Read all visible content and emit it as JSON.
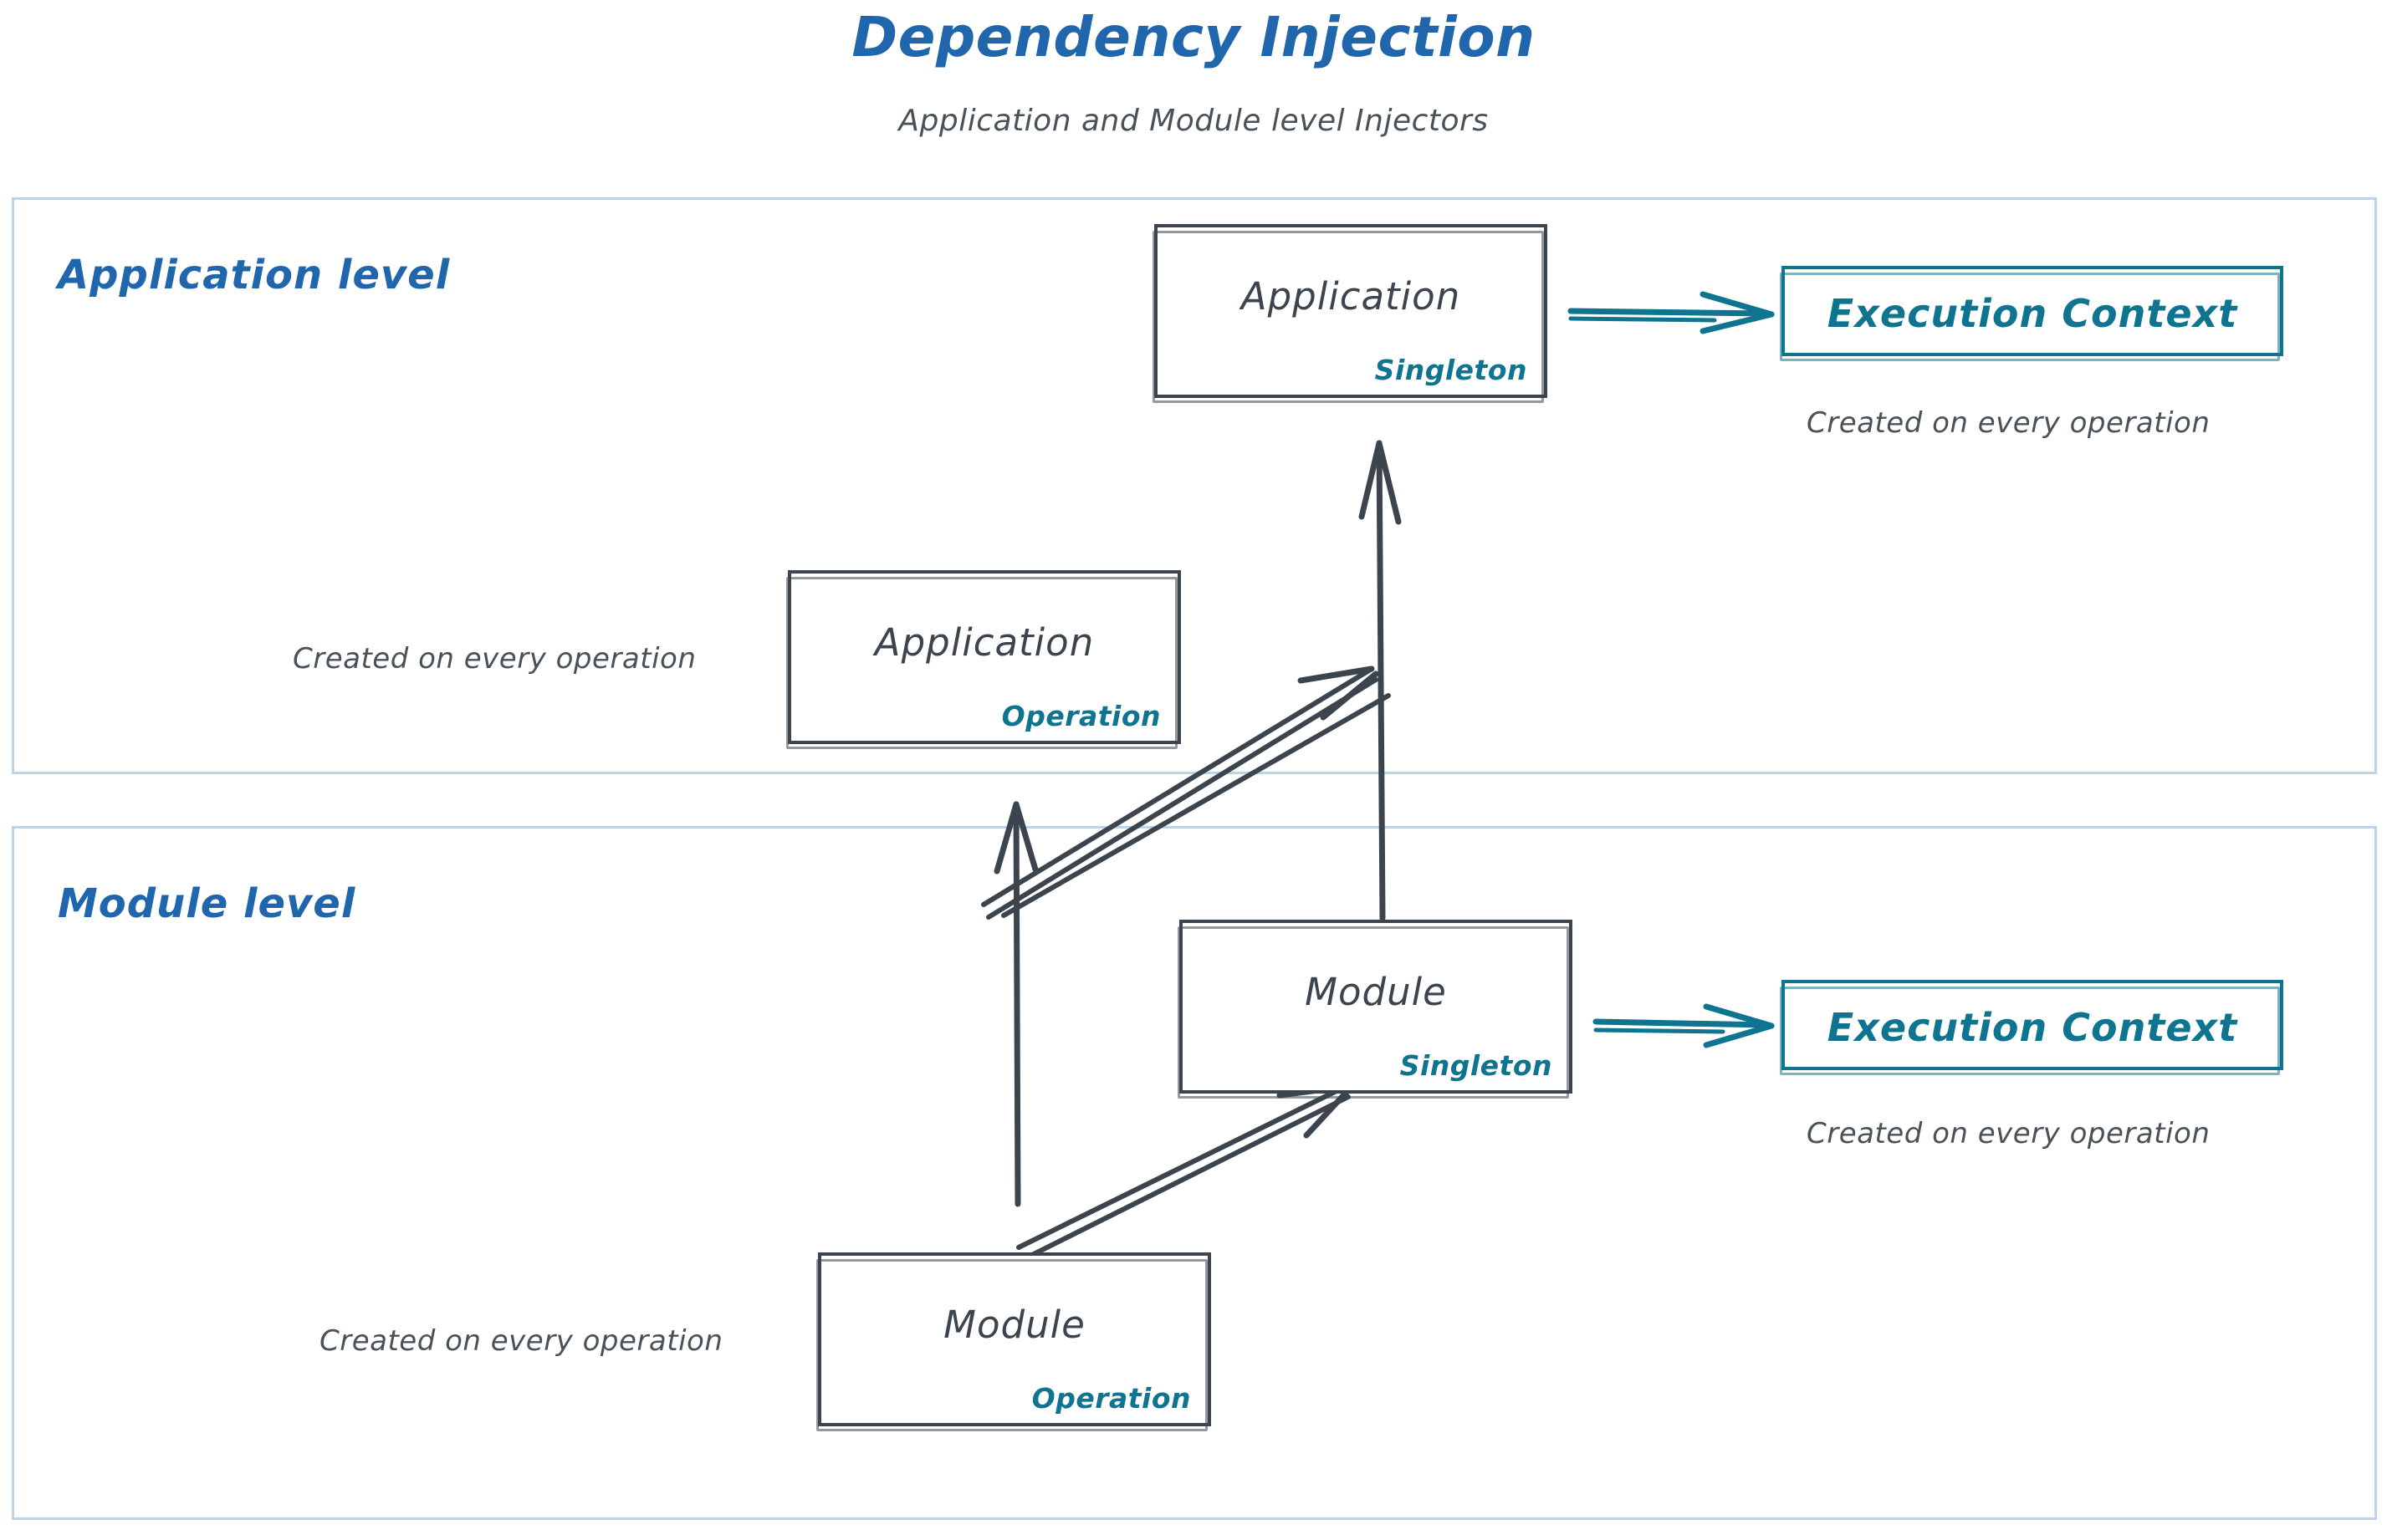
{
  "header": {
    "title": "Dependency Injection",
    "subtitle": "Application and Module level Injectors"
  },
  "colors": {
    "title_blue": "#1f66ad",
    "lane_border": "#bdd3ea",
    "node_dark": "#3c454d",
    "teal": "#0e7490",
    "caption_gray": "#4a5259",
    "background": "#ffffff"
  },
  "lanes": [
    {
      "id": "application-level",
      "label": "Application level",
      "nodes": [
        {
          "id": "app-singleton",
          "title": "Application",
          "scope": "Singleton"
        },
        {
          "id": "app-operation",
          "title": "Application",
          "scope": "Operation"
        },
        {
          "id": "ec-app",
          "title": "Execution Context",
          "scope": ""
        }
      ],
      "captions": [
        {
          "id": "cap-ec-app",
          "text": "Created on every operation"
        },
        {
          "id": "cap-app-op",
          "text": "Created on every operation"
        }
      ]
    },
    {
      "id": "module-level",
      "label": "Module level",
      "nodes": [
        {
          "id": "mod-singleton",
          "title": "Module",
          "scope": "Singleton"
        },
        {
          "id": "mod-operation",
          "title": "Module",
          "scope": "Operation"
        },
        {
          "id": "ec-mod",
          "title": "Execution Context",
          "scope": ""
        }
      ],
      "captions": [
        {
          "id": "cap-ec-mod",
          "text": "Created on every operation"
        },
        {
          "id": "cap-mod-op",
          "text": "Created on every operation"
        }
      ]
    }
  ],
  "edges": [
    {
      "id": "app-op-to-app-singleton",
      "from": "app-operation",
      "to": "app-singleton",
      "color": "#3c454d",
      "style": "double-line-arrow"
    },
    {
      "id": "app-singleton-to-ec-app",
      "from": "app-singleton",
      "to": "ec-app",
      "color": "#0e7490",
      "style": "arrow"
    },
    {
      "id": "mod-singleton-to-app-singleton",
      "from": "mod-singleton",
      "to": "app-singleton",
      "color": "#3c454d",
      "style": "arrow"
    },
    {
      "id": "mod-op-to-app-level",
      "from": "mod-operation",
      "to": "application-level",
      "color": "#3c454d",
      "style": "arrow"
    },
    {
      "id": "mod-op-to-mod-singleton",
      "from": "mod-operation",
      "to": "mod-singleton",
      "color": "#3c454d",
      "style": "double-line-arrow"
    },
    {
      "id": "mod-singleton-to-ec-mod",
      "from": "mod-singleton",
      "to": "ec-mod",
      "color": "#0e7490",
      "style": "arrow"
    }
  ]
}
